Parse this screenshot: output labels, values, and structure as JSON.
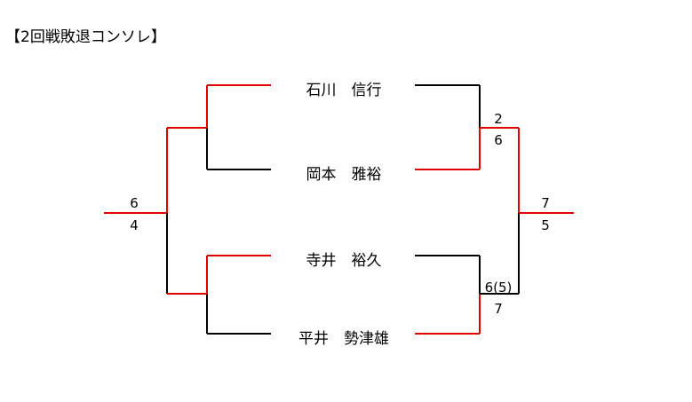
{
  "title": "【2回戦敗退コンソレ】",
  "colors": {
    "winner_line": "#e00000",
    "loser_line": "#000000"
  },
  "players": [
    {
      "name": "石川　信行"
    },
    {
      "name": "岡本　雅裕"
    },
    {
      "name": "寺井　裕久"
    },
    {
      "name": "平井　勢津雄"
    }
  ],
  "scores": {
    "left_final_top": "6",
    "left_final_bottom": "4",
    "semi1_top": "2",
    "semi1_bottom": "6",
    "semi2_top": "6(5)",
    "semi2_bottom": "7",
    "right_final_top": "7",
    "right_final_bottom": "5"
  }
}
